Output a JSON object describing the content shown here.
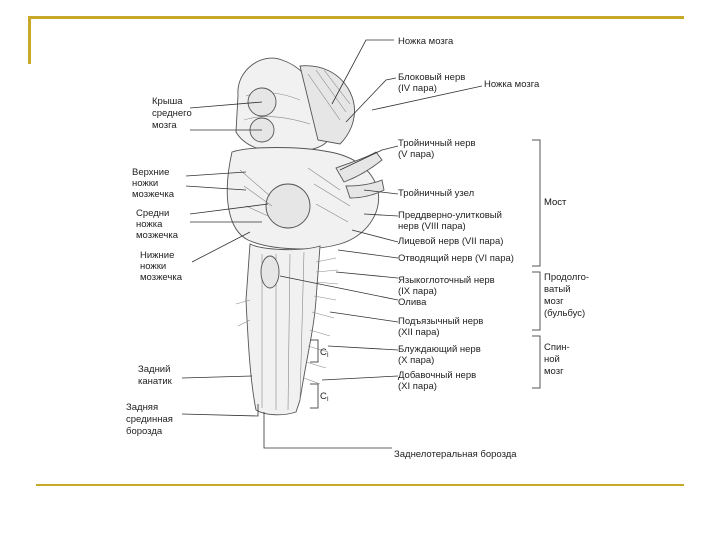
{
  "colors": {
    "frame": "#c8a828",
    "ink": "#222222"
  },
  "labels": {
    "cerebral_peduncle_top": "Ножка мозга",
    "trochlear_nerve": "Блоковый нерв",
    "trochlear_pair": "(IV пара)",
    "cerebral_peduncle_right": "Ножка мозга",
    "tectum_1": "Крыша",
    "tectum_2": "среднего",
    "tectum_3": "мозга",
    "trigeminal_nerve": "Тройничный нерв",
    "trigeminal_pair": "(V пара)",
    "superior_peduncles_1": "Верхние",
    "superior_peduncles_2": "ножки",
    "superior_peduncles_3": "мозжечка",
    "trigeminal_ganglion": "Тройничный узел",
    "pons": "Мост",
    "middle_peduncle_1": "Средни",
    "middle_peduncle_2": "ножка",
    "middle_peduncle_3": "мозжечка",
    "vestibulocochlear_1": "Преддверно-улитковый",
    "vestibulocochlear_2": "нерв (VIII пара)",
    "inferior_peduncles_1": "Нижние",
    "inferior_peduncles_2": "ножки",
    "inferior_peduncles_3": "мозжечка",
    "facial_nerve": "Лицевой нерв (VII пара)",
    "abducens_nerve": "Отводящий нерв (VI пара)",
    "glossopharyngeal_1": "Языкоглоточный нерв",
    "glossopharyngeal_2": "(IX пара)",
    "olive": "Олива",
    "medulla_1": "Продолго-",
    "medulla_2": "ватый",
    "medulla_3": "мозг",
    "medulla_4": "(бульбус)",
    "hypoglossal_1": "Подъязычный нерв",
    "hypoglossal_2": "(XII пара)",
    "vagus_1": "Блуждающий нерв",
    "vagus_2": "(X пара)",
    "spinal_cord_1": "Спин-",
    "spinal_cord_2": "ной",
    "spinal_cord_3": "мозг",
    "posterior_canal_1": "Задний",
    "posterior_canal_2": "канатик",
    "accessory_1": "Добавочный нерв",
    "accessory_2": "(XI пара)",
    "posterior_median_1": "Задняя",
    "posterior_median_2": "срединная",
    "posterior_median_3": "борозда",
    "posterolateral_groove": "Заднелотеральная борозда",
    "c1_a": "C",
    "c1_a_sub": "I",
    "c1_b": "C",
    "c1_b_sub": "I"
  }
}
